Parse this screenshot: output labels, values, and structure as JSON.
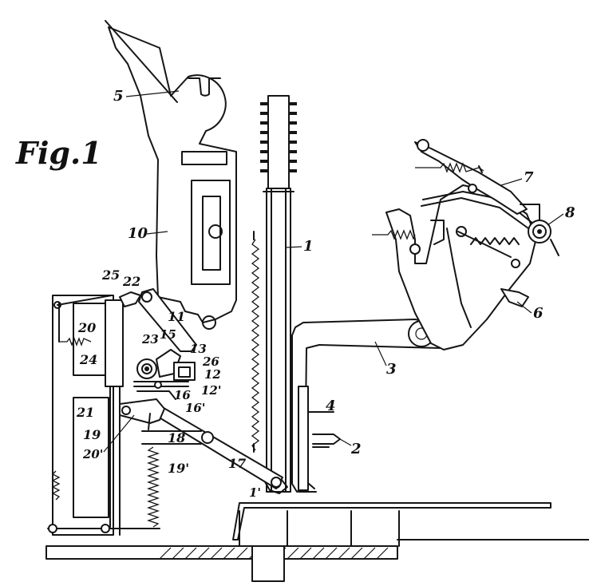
{
  "figure": {
    "title": "Fig.1",
    "labels": {
      "l1": "1",
      "l1p": "1'",
      "l2": "2",
      "l3": "3",
      "l4": "4",
      "l5": "5",
      "l6": "6",
      "l7": "7",
      "l8": "8",
      "l10": "10",
      "l11": "11",
      "l12": "12",
      "l12p": "12'",
      "l13": "13",
      "l15": "15",
      "l16": "16",
      "l16p": "16'",
      "l17": "17",
      "l18": "18",
      "l19": "19",
      "l19p": "19'",
      "l20": "20",
      "l20p": "20'",
      "l21": "21",
      "l22": "22",
      "l23": "23",
      "l24": "24",
      "l25": "25",
      "l26": "26"
    }
  }
}
